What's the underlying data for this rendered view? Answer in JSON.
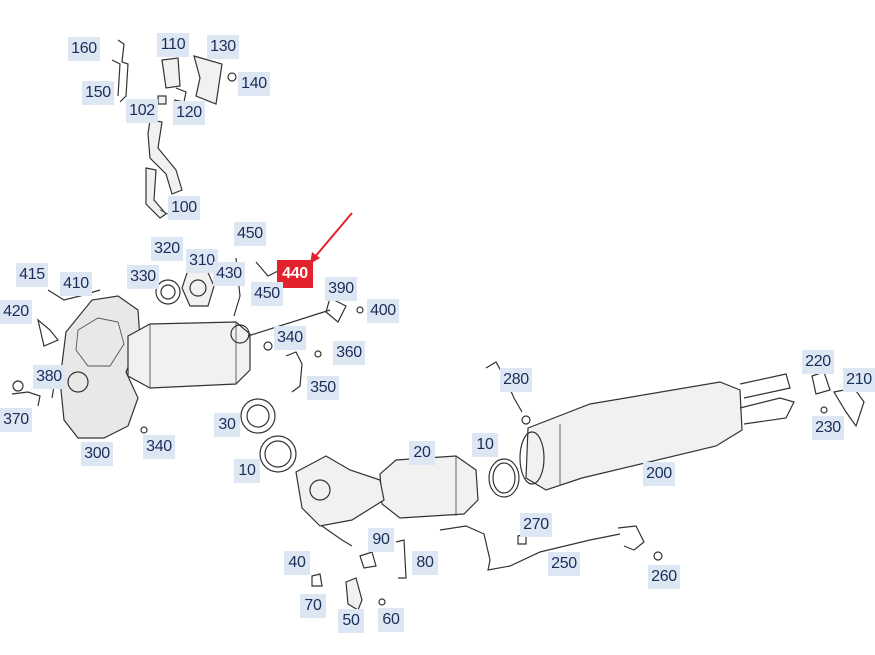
{
  "diagram": {
    "highlight_color": "#e4222d",
    "callout_bg": "#dde6f3",
    "callout_text": "#1a2e5a"
  },
  "callouts": [
    {
      "id": "160",
      "text": "160"
    },
    {
      "id": "110",
      "text": "110"
    },
    {
      "id": "130",
      "text": "130"
    },
    {
      "id": "140",
      "text": "140"
    },
    {
      "id": "150",
      "text": "150"
    },
    {
      "id": "102",
      "text": "102"
    },
    {
      "id": "120",
      "text": "120"
    },
    {
      "id": "100",
      "text": "100"
    },
    {
      "id": "450a",
      "text": "450"
    },
    {
      "id": "320",
      "text": "320"
    },
    {
      "id": "310",
      "text": "310"
    },
    {
      "id": "430",
      "text": "430"
    },
    {
      "id": "440",
      "text": "440",
      "highlight": true
    },
    {
      "id": "450b",
      "text": "450"
    },
    {
      "id": "390",
      "text": "390"
    },
    {
      "id": "400",
      "text": "400"
    },
    {
      "id": "415",
      "text": "415"
    },
    {
      "id": "410",
      "text": "410"
    },
    {
      "id": "330",
      "text": "330"
    },
    {
      "id": "420",
      "text": "420"
    },
    {
      "id": "340a",
      "text": "340"
    },
    {
      "id": "360",
      "text": "360"
    },
    {
      "id": "350",
      "text": "350"
    },
    {
      "id": "380",
      "text": "380"
    },
    {
      "id": "370",
      "text": "370"
    },
    {
      "id": "30",
      "text": "30"
    },
    {
      "id": "340b",
      "text": "340"
    },
    {
      "id": "300",
      "text": "300"
    },
    {
      "id": "10a",
      "text": "10"
    },
    {
      "id": "20",
      "text": "20"
    },
    {
      "id": "10b",
      "text": "10"
    },
    {
      "id": "280",
      "text": "280"
    },
    {
      "id": "220",
      "text": "220"
    },
    {
      "id": "210",
      "text": "210"
    },
    {
      "id": "230",
      "text": "230"
    },
    {
      "id": "200",
      "text": "200"
    },
    {
      "id": "270",
      "text": "270"
    },
    {
      "id": "250",
      "text": "250"
    },
    {
      "id": "260",
      "text": "260"
    },
    {
      "id": "90",
      "text": "90"
    },
    {
      "id": "80",
      "text": "80"
    },
    {
      "id": "40",
      "text": "40"
    },
    {
      "id": "70",
      "text": "70"
    },
    {
      "id": "50",
      "text": "50"
    },
    {
      "id": "60",
      "text": "60"
    }
  ]
}
